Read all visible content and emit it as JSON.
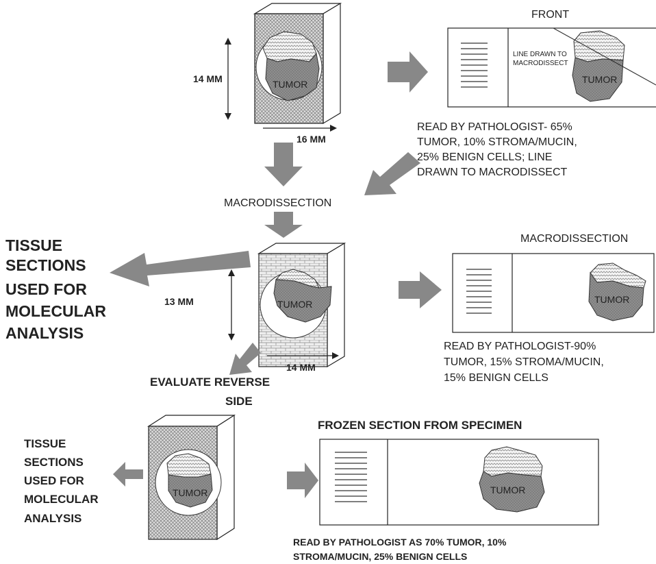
{
  "diagram": {
    "section1": {
      "dim_height": "14 MM",
      "dim_width": "16 MM",
      "tumor_label": "TUMOR",
      "slide_title": "FRONT",
      "slide_note": [
        "LINE DRAWN TO",
        "MACRODISSECT"
      ],
      "slide_tumor_label": "TUMOR",
      "reading": [
        "READ BY PATHOLOGIST- 65%",
        "TUMOR, 10% STROMA/MUCIN,",
        "25% BENIGN CELLS; LINE",
        "DRAWN TO MACRODISSECT"
      ]
    },
    "step_label": "MACRODISSECTION",
    "section2": {
      "side_label": [
        "TISSUE",
        "SECTIONS",
        "USED FOR",
        "MOLECULAR",
        "ANALYSIS"
      ],
      "dim_height": "13 MM",
      "dim_width": "14 MM",
      "tumor_label": "TUMOR",
      "reverse_label": [
        "EVALUATE REVERSE",
        "SIDE"
      ],
      "slide_title": "MACRODISSECTION",
      "slide_tumor_label": "TUMOR",
      "reading": [
        "READ BY PATHOLOGIST-90%",
        "TUMOR,   15% STROMA/MUCIN,",
        "15% BENIGN CELLS"
      ]
    },
    "section3": {
      "side_label": [
        "TISSUE",
        "SECTIONS",
        "USED FOR",
        "MOLECULAR",
        "ANALYSIS"
      ],
      "tumor_label": "TUMOR",
      "slide_title": "FROZEN SECTION FROM SPECIMEN",
      "slide_tumor_label": "TUMOR",
      "reading": [
        "READ BY PATHOLOGIST AS 70% TUMOR, 10%",
        "STROMA/MUCIN, 25% BENIGN CELLS"
      ]
    }
  }
}
